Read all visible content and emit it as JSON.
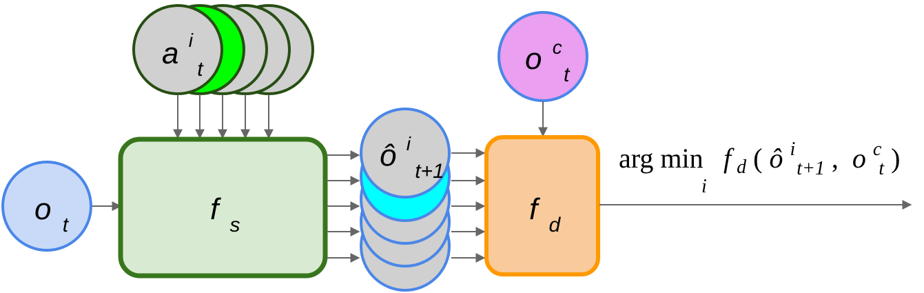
{
  "colors": {
    "obs_fill": "#c9daf8",
    "obs_stroke": "#4a86e8",
    "action_fill": "#d0d0d0",
    "action_highlight": "#00ff00",
    "action_stroke": "#274e13",
    "fs_fill": "#d9ead3",
    "fs_stroke": "#38761d",
    "pred_fill": "#d0d0d0",
    "pred_highlight": "#00ffff",
    "pred_stroke": "#4a86e8",
    "fd_fill": "#f9cb9c",
    "fd_stroke": "#ff9900",
    "goal_fill": "#ea9ff0",
    "goal_stroke": "#4a86e8",
    "arrow": "#666666"
  },
  "nodes": {
    "observation": {
      "base": "o",
      "sub": "t"
    },
    "action": {
      "base": "a",
      "sup": "i",
      "sub": "t"
    },
    "forward_model": {
      "base": "f",
      "sub": "s"
    },
    "prediction": {
      "base": "ô",
      "sup": "i",
      "sub": "t+1"
    },
    "distance": {
      "base": "f",
      "sub": "d"
    },
    "goal": {
      "base": "o",
      "sup": "c",
      "sub": "t"
    }
  },
  "formula": {
    "op": "arg min",
    "op_sub": "i",
    "func": "f",
    "func_sub": "d",
    "open": "(",
    "arg1": "ô",
    "arg1_sup": "i",
    "arg1_sub": "t+1",
    "comma": ",",
    "arg2": "o",
    "arg2_sup": "c",
    "arg2_sub": "t",
    "close": ")"
  }
}
